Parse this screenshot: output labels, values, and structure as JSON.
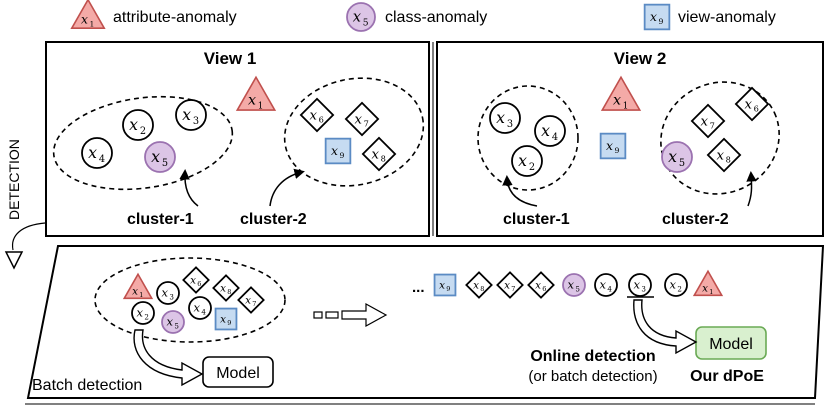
{
  "legend": {
    "attribute": {
      "var": "x",
      "sub": "1",
      "label": "attribute-anomaly"
    },
    "class": {
      "var": "x",
      "sub": "5",
      "label": "class-anomaly"
    },
    "view": {
      "var": "x",
      "sub": "9",
      "label": "view-anomaly"
    }
  },
  "views": [
    {
      "title": "View 1",
      "cluster1_label": "cluster-1",
      "cluster2_label": "cluster-2",
      "nodes": [
        {
          "s": "1",
          "shape": "triangle"
        },
        {
          "s": "2",
          "shape": "circle"
        },
        {
          "s": "3",
          "shape": "circle"
        },
        {
          "s": "4",
          "shape": "circle"
        },
        {
          "s": "5",
          "shape": "class"
        },
        {
          "s": "6",
          "shape": "diamond"
        },
        {
          "s": "7",
          "shape": "diamond"
        },
        {
          "s": "8",
          "shape": "diamond"
        },
        {
          "s": "9",
          "shape": "square"
        }
      ]
    },
    {
      "title": "View 2",
      "cluster1_label": "cluster-1",
      "cluster2_label": "cluster-2",
      "nodes": [
        {
          "s": "1",
          "shape": "triangle"
        },
        {
          "s": "2",
          "shape": "circle"
        },
        {
          "s": "3",
          "shape": "circle"
        },
        {
          "s": "4",
          "shape": "circle"
        },
        {
          "s": "5",
          "shape": "class"
        },
        {
          "s": "6",
          "shape": "diamond"
        },
        {
          "s": "7",
          "shape": "diamond"
        },
        {
          "s": "8",
          "shape": "diamond"
        },
        {
          "s": "9",
          "shape": "square"
        }
      ]
    }
  ],
  "detection_label": "DETECTION",
  "batch": {
    "nodes": [
      {
        "s": "1",
        "shape": "triangle"
      },
      {
        "s": "3",
        "shape": "circle"
      },
      {
        "s": "6",
        "shape": "diamond"
      },
      {
        "s": "8",
        "shape": "diamond"
      },
      {
        "s": "7",
        "shape": "diamond"
      },
      {
        "s": "4",
        "shape": "circle"
      },
      {
        "s": "2",
        "shape": "circle"
      },
      {
        "s": "5",
        "shape": "class"
      },
      {
        "s": "9",
        "shape": "square"
      }
    ],
    "model_label": "Model",
    "label": "Batch detection"
  },
  "online": {
    "ellipsis": "...",
    "sequence": [
      {
        "s": "9",
        "shape": "square"
      },
      {
        "s": "8",
        "shape": "diamond"
      },
      {
        "s": "7",
        "shape": "diamond"
      },
      {
        "s": "6",
        "shape": "diamond"
      },
      {
        "s": "5",
        "shape": "class"
      },
      {
        "s": "4",
        "shape": "circle"
      },
      {
        "s": "3",
        "shape": "circle"
      },
      {
        "s": "2",
        "shape": "circle"
      },
      {
        "s": "1",
        "shape": "triangle"
      }
    ],
    "model_label": "Model",
    "label": "Online detection",
    "sublabel": "(or batch detection)",
    "method": "Our dPoE"
  },
  "colors": {
    "triangle_fill": "#f4aaa7",
    "triangle_stroke": "#c0504d",
    "class_fill": "#dcc5e6",
    "class_stroke": "#9b72b0",
    "square_fill": "#c6dbf1",
    "square_stroke": "#5b8bc4",
    "model_green_fill": "#d9f0cf",
    "model_green_stroke": "#6aaa55"
  }
}
